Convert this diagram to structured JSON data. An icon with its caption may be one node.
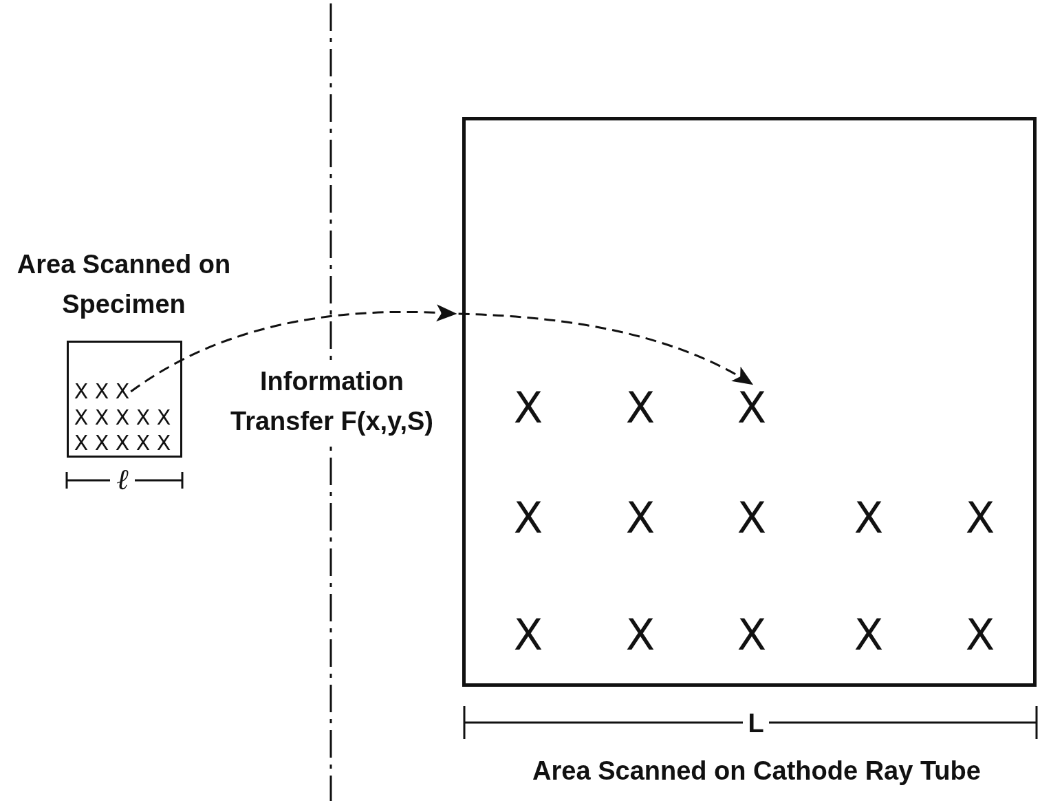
{
  "diagram": {
    "nodes": [
      {
        "text": [
          "Area Scanned on Specimen"
        ]
      },
      {
        "text": [
          "X"
        ],
        "in": 0
      },
      {
        "text": [
          "X"
        ],
        "in": 0
      },
      {
        "text": [
          "X"
        ],
        "in": 0
      },
      {
        "text": [
          "X"
        ],
        "in": 0
      },
      {
        "text": [
          "X"
        ],
        "in": 0
      },
      {
        "text": [
          "X"
        ],
        "in": 0
      },
      {
        "text": [
          "X"
        ],
        "in": 0
      },
      {
        "text": [
          "X"
        ],
        "in": 0
      },
      {
        "text": [
          "X"
        ],
        "in": 0
      },
      {
        "text": [
          "X"
        ],
        "in": 0
      },
      {
        "text": [
          "X"
        ],
        "in": 0
      },
      {
        "text": [
          "X"
        ],
        "in": 0
      },
      {
        "text": [
          "X"
        ],
        "in": 0
      },
      {
        "text": [
          "Area Scanned on Cathode Ray Tube"
        ]
      },
      {
        "text": [
          "X"
        ],
        "in": 14
      },
      {
        "text": [
          "X"
        ],
        "in": 14
      },
      {
        "text": [
          "X"
        ],
        "in": 14
      },
      {
        "text": [
          "X"
        ],
        "in": 14
      },
      {
        "text": [
          "X"
        ],
        "in": 14
      },
      {
        "text": [
          "X"
        ],
        "in": 14
      },
      {
        "text": [
          "X"
        ],
        "in": 14
      },
      {
        "text": [
          "X"
        ],
        "in": 14
      },
      {
        "text": [
          "X"
        ],
        "in": 14
      },
      {
        "text": [
          "X"
        ],
        "in": 14
      },
      {
        "text": [
          "X"
        ],
        "in": 14
      },
      {
        "text": [
          "X"
        ],
        "in": 14
      },
      {
        "text": [
          "X"
        ],
        "in": 14
      }
    ],
    "edges": [
      {
        "from": 3,
        "to": 17,
        "arrow": "to",
        "style": "dashed"
      }
    ],
    "labels": [
      "Information Transfer F(x,y,S)",
      "ℓ",
      "L"
    ]
  }
}
